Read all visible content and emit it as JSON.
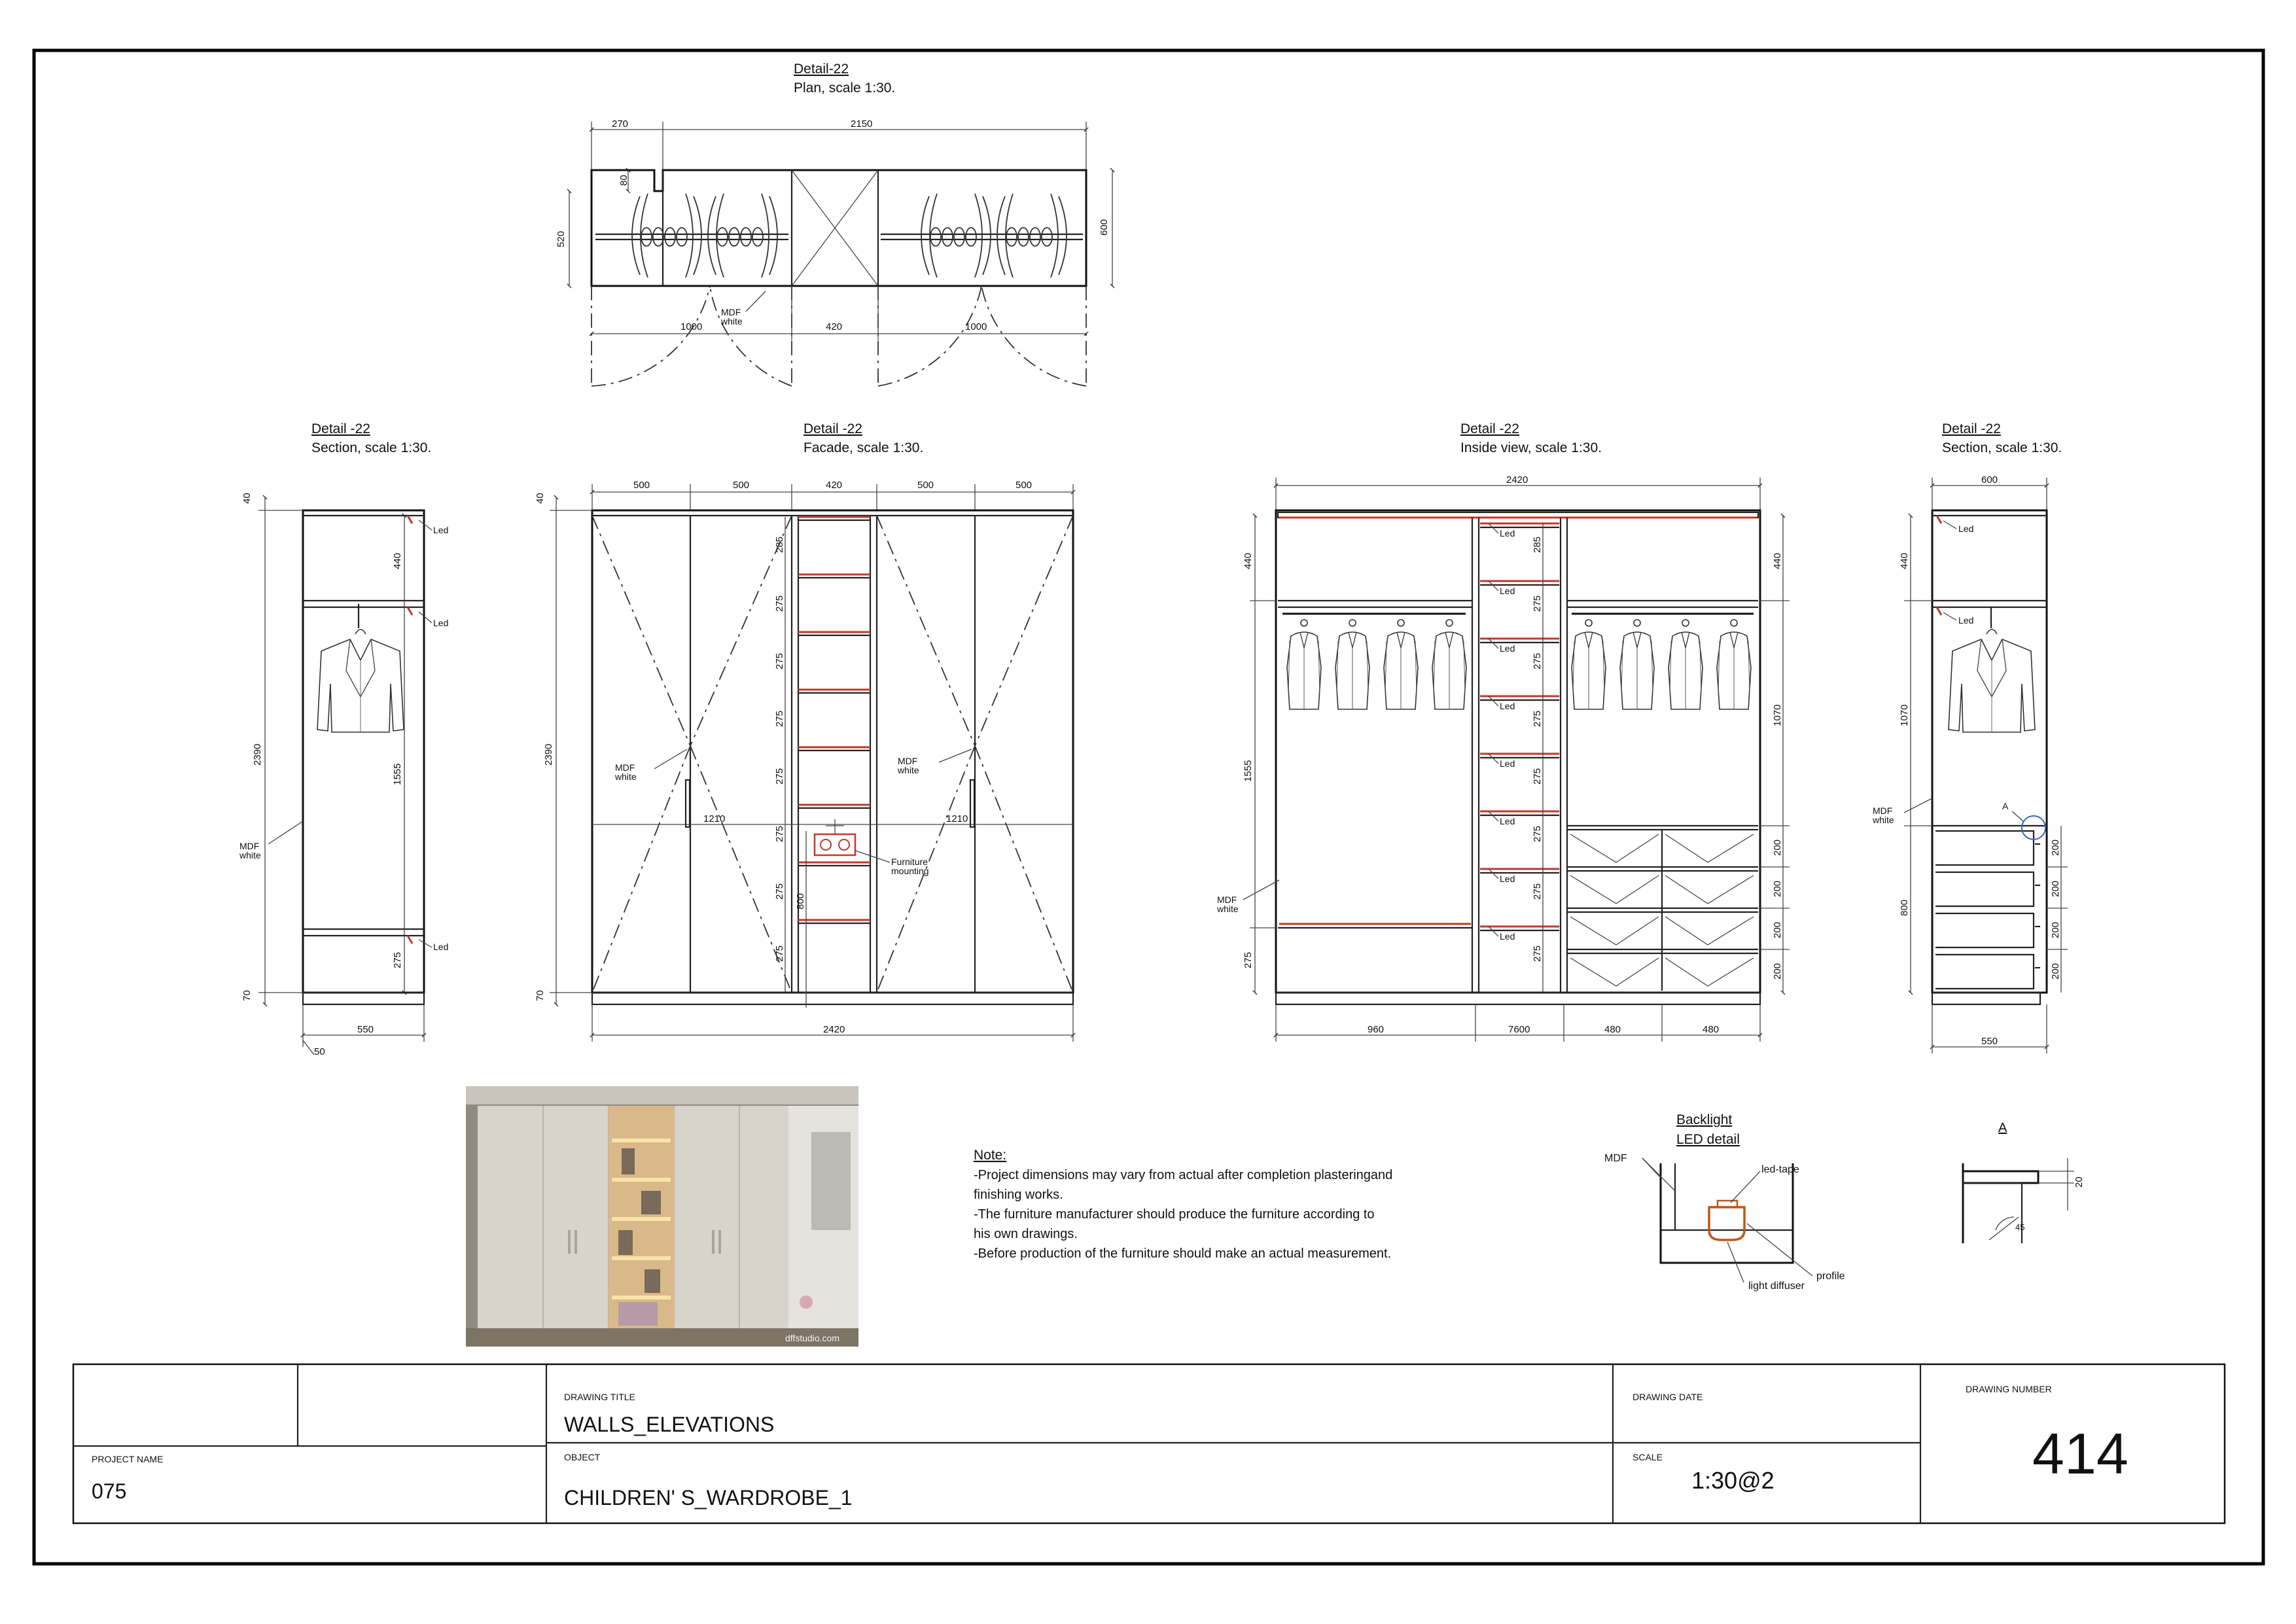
{
  "views": {
    "plan": {
      "title": "Detail-22",
      "subtitle": "Plan, scale 1:30.",
      "dims": {
        "top_left": "270",
        "top_total": "2150",
        "notch": "80",
        "depth_left": "520",
        "depth_right": "600",
        "door_left": "1000",
        "mid": "420",
        "door_right": "1000"
      },
      "mdf": "MDF",
      "mdf_sub": "white"
    },
    "section_left": {
      "title": "Detail -22",
      "subtitle": "Section, scale 1:30.",
      "dims": {
        "top": "40",
        "upper": "440",
        "height": "2390",
        "inner": "1555",
        "lower": "275",
        "plinth": "70",
        "depth": "550",
        "offset": "50"
      },
      "led_label": "Led",
      "mdf": "MDF",
      "mdf_sub": "white"
    },
    "facade": {
      "title": "Detail -22",
      "subtitle": "Facade, scale 1:30.",
      "col_dims": [
        "500",
        "500",
        "420",
        "500",
        "500"
      ],
      "dims": {
        "top": "40",
        "height": "2390",
        "plinth": "70",
        "width": "2420",
        "handle": "1210",
        "handle2": "1210",
        "socket_zone": "800"
      },
      "shelf_dims": [
        "285",
        "275",
        "275",
        "275",
        "275",
        "275",
        "275",
        "275"
      ],
      "mdf": "MDF",
      "mdf_sub": "white",
      "mounting": "Furniture",
      "mounting_sub": "mounting"
    },
    "inside": {
      "title": "Detail -22",
      "subtitle": "Inside view, scale 1:30.",
      "dims": {
        "width": "2420",
        "upper": "440",
        "hang": "1555",
        "lower": "275",
        "upper_r": "440",
        "hang_r": "1070",
        "bottom": [
          "960",
          "7600",
          "480",
          "480"
        ]
      },
      "shelf_dims": [
        "285",
        "275",
        "275",
        "275",
        "275",
        "275",
        "275",
        "275"
      ],
      "drawer_dims": [
        "200",
        "200",
        "200",
        "200"
      ],
      "led_label": "Led",
      "mdf": "MDF",
      "mdf_sub": "white"
    },
    "section_right": {
      "title": "Detail -22",
      "subtitle": "Section, scale 1:30.",
      "dims": {
        "width": "600",
        "upper": "440",
        "hang": "1070",
        "drawers": "800",
        "depth": "550"
      },
      "drawer_dims": [
        "200",
        "200",
        "200",
        "200"
      ],
      "led_label": "Led",
      "marker": "A",
      "mdf": "MDF",
      "mdf_sub": "white"
    }
  },
  "photo": {
    "watermark": "dffstudio.com"
  },
  "note": {
    "heading": "Note:",
    "lines": [
      "-Project dimensions may vary from actual after completion plasteringand",
      "finishing works.",
      "-The furniture manufacturer should produce the furniture according to",
      "his own drawings.",
      "-Before production of the furniture should make an actual measurement."
    ]
  },
  "backlight": {
    "title": "Backlight",
    "subtitle": "LED detail",
    "mdf": "MDF",
    "led_tape": "led-tape",
    "profile": "profile",
    "diffuser": "light diffuser"
  },
  "detail_a": {
    "title": "A",
    "dim": "20",
    "angle": "45"
  },
  "titleblock": {
    "drawing_title_label": "DRAWING TITLE",
    "drawing_title": "WALLS_ELEVATIONS",
    "drawing_date_label": "DRAWING DATE",
    "drawing_number_label": "DRAWING NUMBER",
    "drawing_number": "414",
    "project_name_label": "PROJECT NAME",
    "project_name": "075",
    "object_label": "OBJECT",
    "object": "CHILDREN' S_WARDROBE_1",
    "scale_label": "SCALE",
    "scale": "1:30@2"
  }
}
